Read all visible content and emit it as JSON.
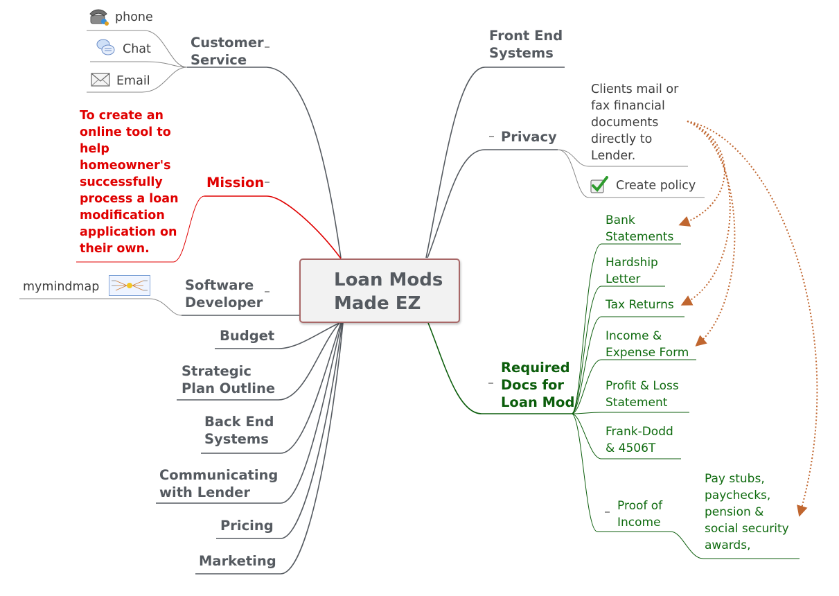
{
  "central": {
    "title": "Loan Mods\nMade EZ"
  },
  "left_branches": {
    "customer_service": {
      "label": "Customer\nService",
      "children": {
        "phone": "phone",
        "chat": "Chat",
        "email": "Email"
      }
    },
    "mission": {
      "label": "Mission",
      "statement": "To create an\nonline tool to\nhelp\nhomeowner's\nsuccessfully\nprocess a loan\nmodification\napplication on\ntheir own."
    },
    "software_developer": {
      "label": "Software\nDeveloper",
      "children": {
        "mymindmap": "mymindmap"
      }
    },
    "budget": "Budget",
    "strategic_plan": "Strategic\nPlan Outline",
    "back_end": "Back End\nSystems",
    "communicating": "Communicating\nwith Lender",
    "pricing": "Pricing",
    "marketing": "Marketing"
  },
  "right_branches": {
    "front_end": "Front End\nSystems",
    "privacy": {
      "label": "Privacy",
      "children": {
        "clients_mail": "Clients mail or\nfax financial\ndocuments\ndirectly to\nLender.",
        "create_policy": "Create policy"
      }
    },
    "required_docs": {
      "label": "Required\nDocs for\nLoan Mod",
      "children": {
        "bank": "Bank\nStatements",
        "hardship": "Hardship\nLetter",
        "tax": "Tax Returns",
        "income_expense": "Income &\nExpense Form",
        "profit_loss": "Profit & Loss\nStatement",
        "frank_dodd": "Frank-Dodd\n& 4506T",
        "proof_income": {
          "label": "Proof of\nIncome",
          "detail": "Pay stubs,\npaychecks,\npension &\nsocial security\nawards,"
        }
      }
    }
  },
  "colors": {
    "line_gray": "#555a60",
    "mission_red": "#e00000",
    "docs_green": "#0b5d0b",
    "relationship_arrow": "#c0662f",
    "central_border": "#a86767"
  }
}
